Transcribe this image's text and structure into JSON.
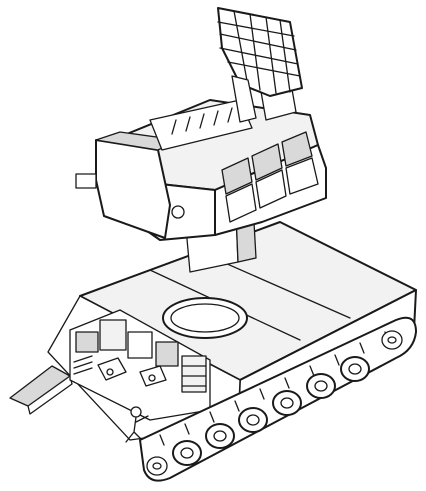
{
  "figure": {
    "subject": "tracked-vehicle-exploded-line-drawing",
    "style": "black-and-white line art",
    "colors": {
      "stroke": "#1a1a1a",
      "background": "#ffffff",
      "shade": "#d9d9d9"
    },
    "parts": [
      "radar-antenna",
      "turret",
      "hull",
      "crew-compartment",
      "tracks"
    ],
    "road_wheel_count": 6
  }
}
